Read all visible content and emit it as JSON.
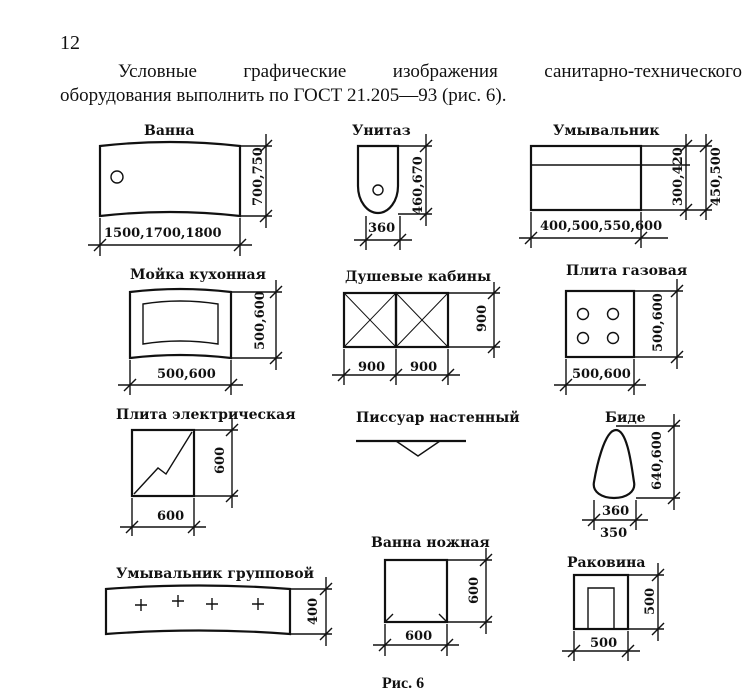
{
  "page": {
    "number": "12"
  },
  "intro": {
    "line1": "Условные графические изображения санитарно-технического",
    "line2": "оборудования выполнить по ГОСТ 21.205—93 (рис. 6)."
  },
  "figure": {
    "caption": "Рис. 6",
    "items": {
      "bath": {
        "label": "Ванна",
        "width": "1500,1700,1800",
        "height": "700,750"
      },
      "toilet": {
        "label": "Унитаз",
        "width": "360",
        "height": "460,670"
      },
      "washbasin": {
        "label": "Умывальник",
        "width": "400,500,550,600",
        "height1": "300,420",
        "height2": "450,500"
      },
      "kitchen_sink": {
        "label": "Мойка кухонная",
        "width": "500,600",
        "height": "500,600"
      },
      "shower": {
        "label": "Душевые кабины",
        "width1": "900",
        "width2": "900",
        "height": "900"
      },
      "gas_stove": {
        "label": "Плита газовая",
        "width": "500,600",
        "height": "500,600"
      },
      "electric_stove": {
        "label": "Плита электрическая",
        "width": "600",
        "height": "600"
      },
      "urinal": {
        "label": "Писсуар настенный"
      },
      "bidet": {
        "label": "Биде",
        "width1": "360",
        "width2": "350",
        "height": "640,600"
      },
      "group_washbasin": {
        "label": "Умывальник групповой",
        "height": "400"
      },
      "foot_bath": {
        "label": "Ванна ножная",
        "width": "600",
        "height": "600"
      },
      "sink": {
        "label": "Раковина",
        "width": "500",
        "height": "500"
      }
    }
  }
}
